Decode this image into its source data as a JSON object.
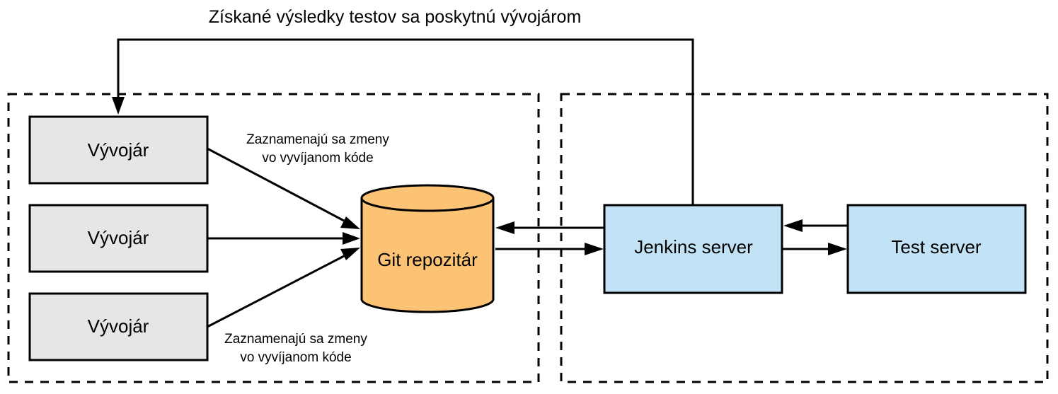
{
  "title": "Získané výsledky testov sa poskytnú vývojárom",
  "developers": [
    {
      "label": "Vývojár",
      "fill": "#e6e6e6"
    },
    {
      "label": "Vývojár",
      "fill": "#e6e6e6"
    },
    {
      "label": "Vývojár",
      "fill": "#e6e6e6"
    }
  ],
  "repository": {
    "label": "Git repozitár",
    "fill": "#fcc375",
    "stroke": "#000000"
  },
  "jenkins": {
    "label": "Jenkins server",
    "fill": "#c2e3f6"
  },
  "test_server": {
    "label": "Test server",
    "fill": "#c2e3f6"
  },
  "note_top": {
    "line1": "Zaznamenajú sa zmeny",
    "line2": "vo vyvíjanom kóde"
  },
  "note_bottom": {
    "line1": "Zaznamenajú sa zmeny",
    "line2": "vo vyvíjanom kóde"
  }
}
